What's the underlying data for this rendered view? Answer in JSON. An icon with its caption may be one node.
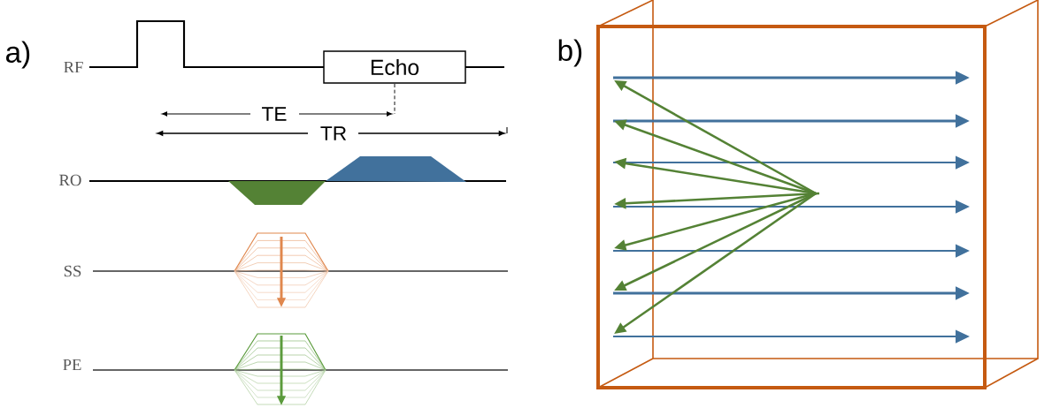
{
  "diagram": {
    "nodes": [
      {
        "text": [
          "Echo"
        ]
      }
    ],
    "labels": [
      "a)",
      "RF",
      "TE",
      "TR",
      "RO",
      "SS",
      "PE",
      "b)"
    ]
  }
}
